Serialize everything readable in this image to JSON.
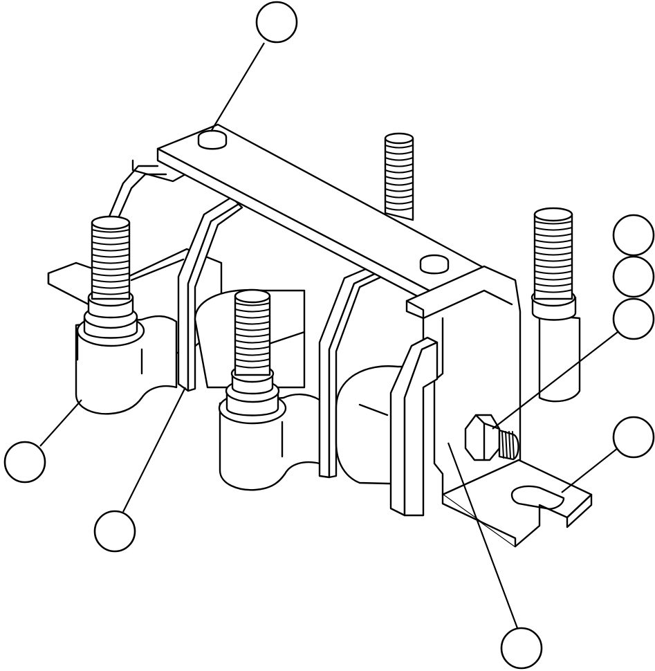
{
  "callouts": [
    {
      "id": "a",
      "label": "",
      "cx": 0,
      "cy": 0
    },
    {
      "id": "b",
      "label": ""
    },
    {
      "id": "c",
      "label": ""
    },
    {
      "id": "d",
      "label": ""
    },
    {
      "id": "e",
      "label": ""
    },
    {
      "id": "f",
      "label": ""
    },
    {
      "id": "g",
      "label": ""
    },
    {
      "id": "h",
      "label": ""
    }
  ],
  "colors": {
    "line": "#000000",
    "fill": "#ffffff"
  }
}
